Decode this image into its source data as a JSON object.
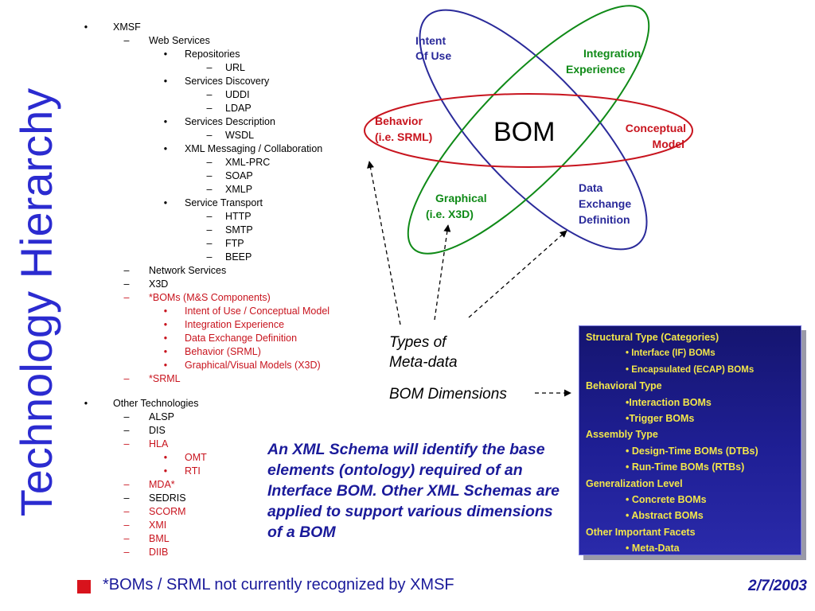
{
  "title": "Technology Hierarchy",
  "outline": [
    {
      "level": 1,
      "marker": "•",
      "text": "XMSF",
      "red": false
    },
    {
      "level": 2,
      "marker": "–",
      "text": "Web Services",
      "red": false
    },
    {
      "level": 3,
      "marker": "•",
      "text": "Repositories",
      "red": false
    },
    {
      "level": 4,
      "marker": "–",
      "text": "URL",
      "red": false
    },
    {
      "level": 3,
      "marker": "•",
      "text": "Services Discovery",
      "red": false
    },
    {
      "level": 4,
      "marker": "–",
      "text": "UDDI",
      "red": false
    },
    {
      "level": 4,
      "marker": "–",
      "text": "LDAP",
      "red": false
    },
    {
      "level": 3,
      "marker": "•",
      "text": "Services Description",
      "red": false
    },
    {
      "level": 4,
      "marker": "–",
      "text": "WSDL",
      "red": false
    },
    {
      "level": 3,
      "marker": "•",
      "text": "XML Messaging / Collaboration",
      "red": false
    },
    {
      "level": 4,
      "marker": "–",
      "text": "XML-PRC",
      "red": false
    },
    {
      "level": 4,
      "marker": "–",
      "text": "SOAP",
      "red": false
    },
    {
      "level": 4,
      "marker": "–",
      "text": "XMLP",
      "red": false
    },
    {
      "level": 3,
      "marker": "•",
      "text": "Service Transport",
      "red": false
    },
    {
      "level": 4,
      "marker": "–",
      "text": "HTTP",
      "red": false
    },
    {
      "level": 4,
      "marker": "–",
      "text": "SMTP",
      "red": false
    },
    {
      "level": 4,
      "marker": "–",
      "text": "FTP",
      "red": false
    },
    {
      "level": 4,
      "marker": "–",
      "text": "BEEP",
      "red": false
    },
    {
      "level": 2,
      "marker": "–",
      "text": "Network Services",
      "red": false
    },
    {
      "level": 2,
      "marker": "–",
      "text": "X3D",
      "red": false
    },
    {
      "level": 2,
      "marker": "–",
      "text": "*BOMs (M&S Components)",
      "red": true
    },
    {
      "level": 3,
      "marker": "•",
      "text": "Intent of Use / Conceptual Model",
      "red": true
    },
    {
      "level": 3,
      "marker": "•",
      "text": "Integration Experience",
      "red": true
    },
    {
      "level": 3,
      "marker": "•",
      "text": "Data Exchange Definition",
      "red": true
    },
    {
      "level": 3,
      "marker": "•",
      "text": "Behavior (SRML)",
      "red": true
    },
    {
      "level": 3,
      "marker": "•",
      "text": "Graphical/Visual Models (X3D)",
      "red": true
    },
    {
      "level": 2,
      "marker": "–",
      "text": "*SRML",
      "red": true
    },
    {
      "level": 0,
      "marker": "",
      "text": "",
      "red": false
    },
    {
      "level": 1,
      "marker": "•",
      "text": "Other Technologies",
      "red": false
    },
    {
      "level": 2,
      "marker": "–",
      "text": "ALSP",
      "red": false
    },
    {
      "level": 2,
      "marker": "–",
      "text": "DIS",
      "red": false
    },
    {
      "level": 2,
      "marker": "–",
      "text": "HLA",
      "red": true
    },
    {
      "level": 3,
      "marker": "•",
      "text": "OMT",
      "red": true
    },
    {
      "level": 3,
      "marker": "•",
      "text": "RTI",
      "red": true
    },
    {
      "level": 2,
      "marker": "–",
      "text": "MDA*",
      "red": true
    },
    {
      "level": 2,
      "marker": "–",
      "text": "SEDRIS",
      "red": false
    },
    {
      "level": 2,
      "marker": "–",
      "text": "SCORM",
      "red": true
    },
    {
      "level": 2,
      "marker": "–",
      "text": "XMI",
      "red": true
    },
    {
      "level": 2,
      "marker": "–",
      "text": "BML",
      "red": true
    },
    {
      "level": 2,
      "marker": "–",
      "text": "DIIB",
      "red": true
    }
  ],
  "diagram": {
    "center": "BOM",
    "intent": {
      "line1": "Intent",
      "line2": "Of Use"
    },
    "integration": {
      "line1": "Integration",
      "line2": "Experience"
    },
    "behavior": {
      "line1": "Behavior",
      "line2": "(i.e. SRML)"
    },
    "conceptual": {
      "line1": "Conceptual",
      "line2": "Model"
    },
    "graphical": {
      "line1": "Graphical",
      "line2": "(i.e. X3D)"
    },
    "data_exchange": {
      "line1": "Data",
      "line2": "Exchange",
      "line3": "Definition"
    },
    "colors": {
      "blue": "#2a2a9a",
      "green": "#0f8a17",
      "red": "#c8141e"
    }
  },
  "types_label": {
    "line1": "Types of",
    "line2": "Meta-data"
  },
  "dimensions_label": "BOM Dimensions",
  "schema_note": "An XML Schema will identify the base elements (ontology) required of an Interface BOM.  Other XML Schemas are applied to support various dimensions of a BOM",
  "dimensions_box": [
    {
      "kind": "cat",
      "text": "Structural Type (Categories)"
    },
    {
      "kind": "item-sm",
      "text": "• Interface (IF) BOMs"
    },
    {
      "kind": "item-sm",
      "text": "• Encapsulated (ECAP) BOMs"
    },
    {
      "kind": "cat",
      "text": "Behavioral Type"
    },
    {
      "kind": "item",
      "text": "•Interaction BOMs"
    },
    {
      "kind": "item",
      "text": "•Trigger BOMs"
    },
    {
      "kind": "cat",
      "text": "Assembly Type"
    },
    {
      "kind": "item",
      "text": "• Design-Time BOMs (DTBs)"
    },
    {
      "kind": "item",
      "text": "• Run-Time BOMs (RTBs)"
    },
    {
      "kind": "cat",
      "text": "Generalization Level"
    },
    {
      "kind": "item",
      "text": "• Concrete BOMs"
    },
    {
      "kind": "item",
      "text": "• Abstract BOMs"
    },
    {
      "kind": "cat",
      "text": "Other Important Facets"
    },
    {
      "kind": "item",
      "text": "• Meta-Data"
    }
  ],
  "footer": {
    "note": "*BOMs / SRML not currently recognized by XMSF",
    "date": "2/7/2003"
  }
}
